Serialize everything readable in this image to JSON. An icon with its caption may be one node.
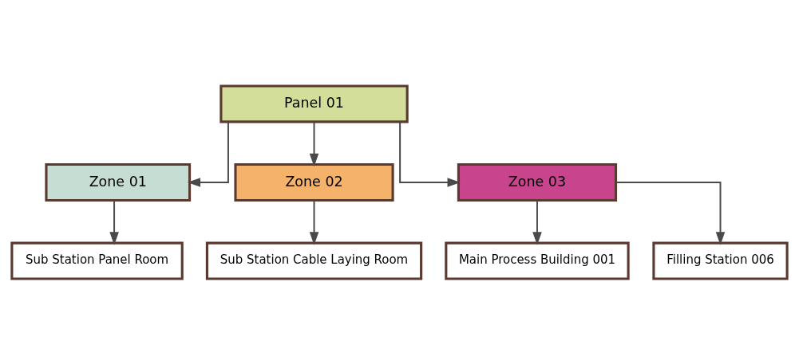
{
  "diagram": {
    "nodes": [
      {
        "text": [
          "Panel 01"
        ]
      },
      {
        "text": [
          "Zone 01"
        ]
      },
      {
        "text": [
          "Zone 02"
        ]
      },
      {
        "text": [
          "Zone 03"
        ]
      },
      {
        "text": [
          "Sub Station Panel Room"
        ]
      },
      {
        "text": [
          "Sub Station Cable Laying Room"
        ]
      },
      {
        "text": [
          "Main Process Building 001"
        ]
      },
      {
        "text": [
          "Filling Station 006"
        ]
      }
    ],
    "edges": [
      {
        "from": 0,
        "to": 1,
        "arrow": "to"
      },
      {
        "from": 0,
        "to": 2,
        "arrow": "to"
      },
      {
        "from": 0,
        "to": 3,
        "arrow": "to"
      },
      {
        "from": 1,
        "to": 4,
        "arrow": "to"
      },
      {
        "from": 2,
        "to": 5,
        "arrow": "to"
      },
      {
        "from": 3,
        "to": 6,
        "arrow": "to"
      },
      {
        "from": 3,
        "to": 7,
        "arrow": "to"
      }
    ]
  }
}
